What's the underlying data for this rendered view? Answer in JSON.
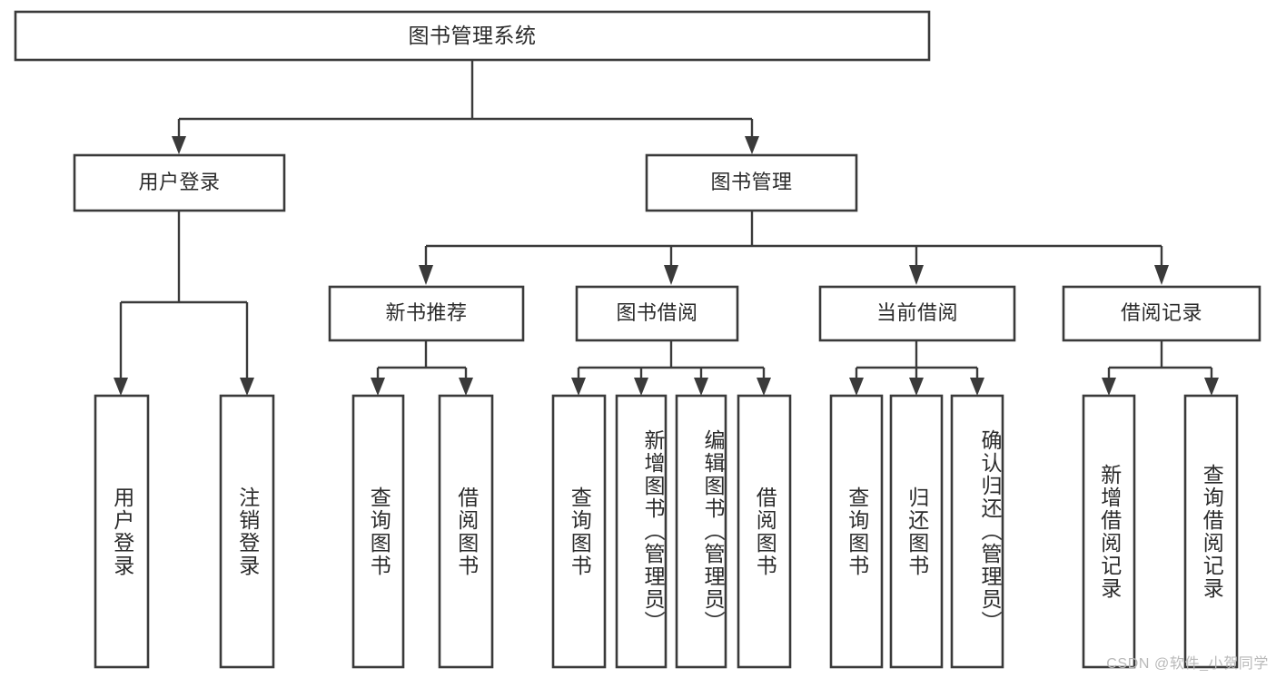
{
  "diagram": {
    "title": "图书管理系统",
    "type": "tree-hierarchy",
    "watermark": "CSDN @软件_小贺同学",
    "colors": {
      "background": "#ffffff",
      "box_stroke": "#3a3a3a",
      "box_fill": "#ffffff",
      "text": "#2b2b2b",
      "connector": "#3a3a3a",
      "watermark": "#b9b9b9"
    },
    "root": {
      "label": "图书管理系统",
      "orientation": "horizontal"
    },
    "level2": [
      {
        "label": "用户登录",
        "orientation": "horizontal"
      },
      {
        "label": "图书管理",
        "orientation": "horizontal"
      }
    ],
    "level3": [
      {
        "label": "新书推荐",
        "orientation": "horizontal"
      },
      {
        "label": "图书借阅",
        "orientation": "horizontal"
      },
      {
        "label": "当前借阅",
        "orientation": "horizontal"
      },
      {
        "label": "借阅记录",
        "orientation": "horizontal"
      }
    ],
    "leaves": {
      "user_login": [
        {
          "label": "用户登录",
          "orientation": "vertical"
        },
        {
          "label": "注销登录",
          "orientation": "vertical"
        }
      ],
      "new_book_recommend": [
        {
          "label": "查询图书",
          "orientation": "vertical"
        },
        {
          "label": "借阅图书",
          "orientation": "vertical"
        }
      ],
      "book_borrow": [
        {
          "label": "查询图书",
          "orientation": "vertical"
        },
        {
          "label": "新增图书（管理员）",
          "orientation": "vertical"
        },
        {
          "label": "编辑图书（管理员）",
          "orientation": "vertical"
        },
        {
          "label": "借阅图书",
          "orientation": "vertical"
        }
      ],
      "current_borrow": [
        {
          "label": "查询图书",
          "orientation": "vertical"
        },
        {
          "label": "归还图书",
          "orientation": "vertical"
        },
        {
          "label": "确认归还（管理员）",
          "orientation": "vertical"
        }
      ],
      "borrow_record": [
        {
          "label": "新增借阅记录",
          "orientation": "vertical"
        },
        {
          "label": "查询借阅记录",
          "orientation": "vertical"
        }
      ]
    }
  }
}
